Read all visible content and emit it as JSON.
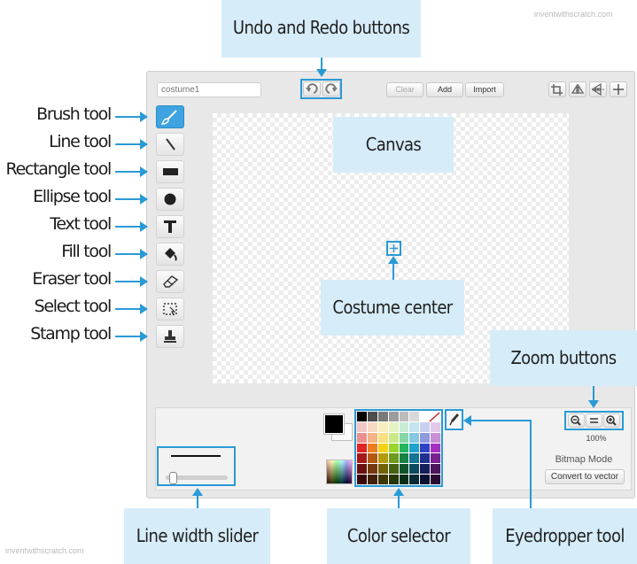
{
  "watermark": "inventwithscratch.com",
  "editor": {
    "costume_name_placeholder": "costume1",
    "buttons": {
      "clear": "Clear",
      "add": "Add",
      "import": "Import"
    },
    "zoom_level": "100%",
    "mode_label": "Bitmap Mode",
    "convert_button": "Convert to vector"
  },
  "callouts": {
    "undo_redo": "Undo and Redo buttons",
    "canvas": "Canvas",
    "costume_center": "Costume center",
    "zoom_buttons": "Zoom buttons",
    "line_width_slider": "Line width slider",
    "color_selector": "Color selector",
    "eyedropper_tool": "Eyedropper tool"
  },
  "tools": [
    {
      "label": "Brush tool",
      "icon": "brush-icon"
    },
    {
      "label": "Line tool",
      "icon": "line-icon"
    },
    {
      "label": "Rectangle tool",
      "icon": "rectangle-icon"
    },
    {
      "label": "Ellipse tool",
      "icon": "ellipse-icon"
    },
    {
      "label": "Text tool",
      "icon": "text-icon"
    },
    {
      "label": "Fill tool",
      "icon": "fill-bucket-icon"
    },
    {
      "label": "Eraser tool",
      "icon": "eraser-icon"
    },
    {
      "label": "Select tool",
      "icon": "select-icon"
    },
    {
      "label": "Stamp tool",
      "icon": "stamp-icon"
    }
  ],
  "colors": {
    "accent": "#2a9ad6",
    "callout_bg": "#d6ecf9",
    "active_tool": "#3ea3e0",
    "foreground_color": "#000000",
    "background_color": "#ffffff"
  },
  "palette": [
    "#000000",
    "#4d4d4d",
    "#7a7a7a",
    "#9c9c9c",
    "#bcbcbc",
    "#d9d9d9",
    "#ffffff",
    "#ffffff",
    "#f3c6c6",
    "#f7d9bf",
    "#f9efbe",
    "#e6f3c2",
    "#c6ecd7",
    "#c4e4ef",
    "#c9cfee",
    "#e4c8ea",
    "#eb8f8f",
    "#f4b483",
    "#f7e07f",
    "#cbe887",
    "#87d6a6",
    "#84c9e0",
    "#8f99dc",
    "#c88ed6",
    "#e02323",
    "#ee7d21",
    "#f4d219",
    "#9bd42c",
    "#23b45f",
    "#1fa2cc",
    "#2f43c4",
    "#a62fc2",
    "#a51919",
    "#b35a14",
    "#b39a0f",
    "#6e9b1d",
    "#178344",
    "#147694",
    "#20308f",
    "#7a208f",
    "#6b1010",
    "#73390c",
    "#736308",
    "#456311",
    "#0e542b",
    "#0c4b5f",
    "#141e5c",
    "#4e145c",
    "#3a0808",
    "#3f1f06",
    "#3f3604",
    "#263608",
    "#072e17",
    "#062933",
    "#0a1032",
    "#2a0a32"
  ]
}
